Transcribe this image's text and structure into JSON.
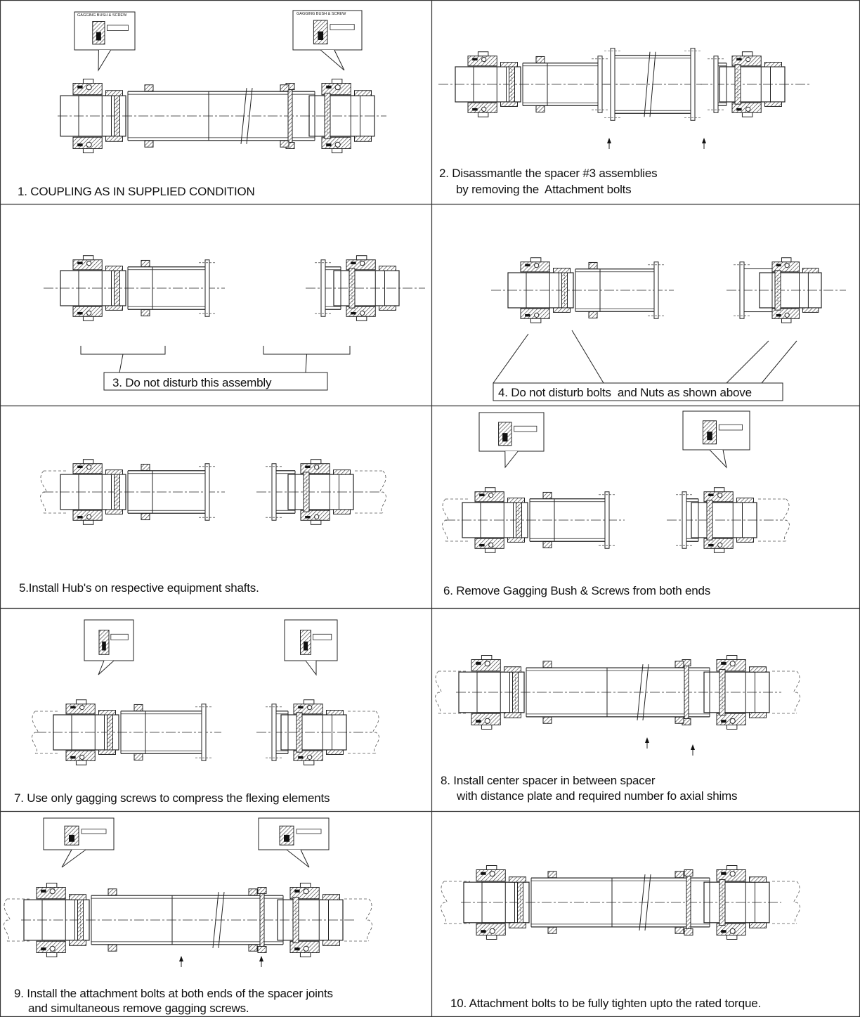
{
  "sheet": {
    "steps": [
      {
        "number": 1,
        "caption": "1. COUPLING AS IN SUPPLIED CONDITION",
        "callout_left": "GAGGING BUSH & SCREW",
        "callout_right": "GAGGING BUSH & SCREW"
      },
      {
        "number": 2,
        "caption_line1": "2. Disassmantle the spacer #3 assemblies",
        "caption_line2": "by removing the  Attachment bolts"
      },
      {
        "number": 3,
        "caption": "3. Do not disturb this assembly"
      },
      {
        "number": 4,
        "caption": "4. Do not disturb bolts  and Nuts as shown above"
      },
      {
        "number": 5,
        "caption": "5.Install Hub's on respective equipment shafts."
      },
      {
        "number": 6,
        "caption": "6. Remove Gagging Bush & Screws from both ends"
      },
      {
        "number": 7,
        "caption": "7. Use only gagging screws to compress the flexing elements"
      },
      {
        "number": 8,
        "caption_line1": "8. Install center spacer in between spacer",
        "caption_line2": "with distance plate and required number fo axial shims"
      },
      {
        "number": 9,
        "caption_line1": "9. Install the attachment bolts at both ends of the spacer joints",
        "caption_line2": "and simultaneous remove gagging screws."
      },
      {
        "number": 10,
        "caption": "10. Attachment bolts to be fully tighten upto the rated torque."
      }
    ]
  }
}
